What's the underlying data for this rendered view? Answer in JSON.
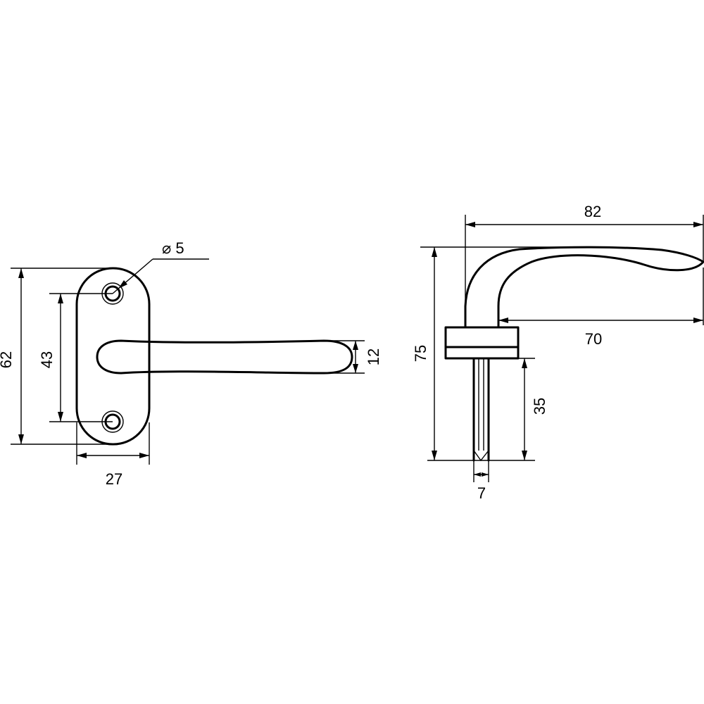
{
  "dimensions": {
    "front_view": {
      "hole_diameter": "⌀ 5",
      "plate_height": "62",
      "hole_spacing": "43",
      "plate_width": "27",
      "lever_thickness": "12"
    },
    "side_view": {
      "overall_length": "82",
      "lever_reach": "70",
      "overall_height": "75",
      "spindle_length": "35",
      "spindle_width": "7"
    }
  }
}
